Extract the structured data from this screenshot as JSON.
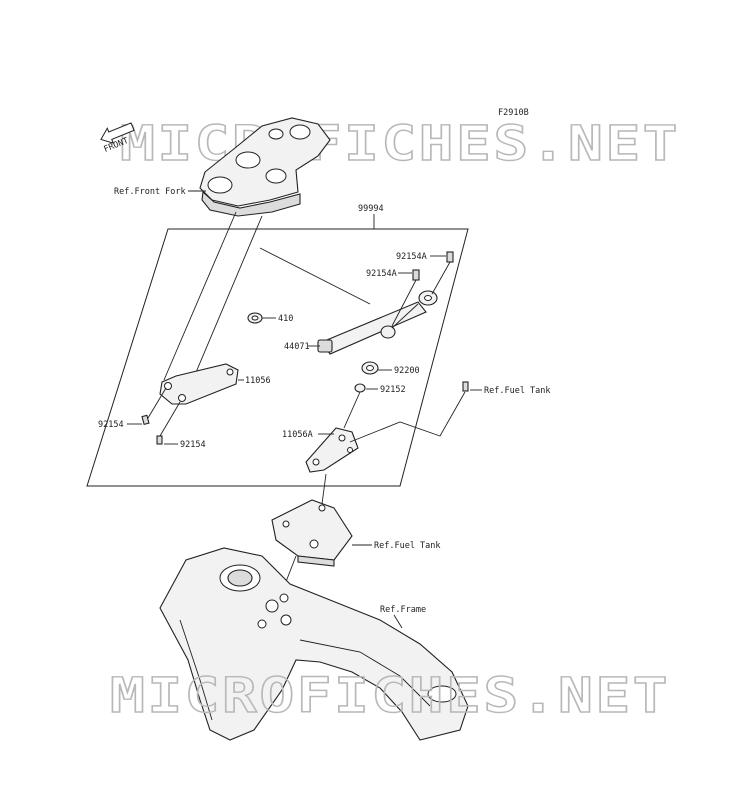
{
  "figure_code": "F2910B",
  "front_badge": "FRONT",
  "watermark": "MICROFICHES.NET",
  "callouts": {
    "ref_front_fork": "Ref.Front Fork",
    "kit": "99994",
    "bolt_92154A_top": "92154A",
    "bolt_92154A_mid": "92154A",
    "washer_410": "410",
    "damper_44071": "44071",
    "bracket_11056": "11056",
    "washer_92200": "92200",
    "bolt_92154_left": "92154",
    "bolt_92154_bottom": "92154",
    "bolt_92152": "92152",
    "bracket_11056A": "11056A",
    "ref_fuel_tank_right": "Ref.Fuel Tank",
    "ref_fuel_tank_mid": "Ref.Fuel Tank",
    "ref_frame": "Ref.Frame"
  }
}
